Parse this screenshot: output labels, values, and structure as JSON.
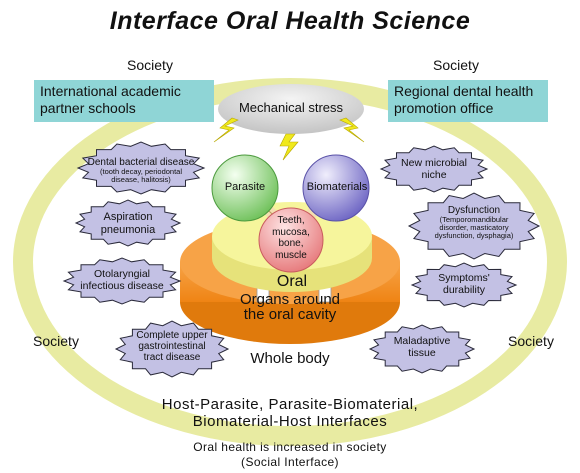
{
  "title": "Interface Oral Health Science",
  "society_label": "Society",
  "boxes": {
    "left": [
      "International academic",
      "partner schools"
    ],
    "right": [
      "Regional dental health",
      "promotion office"
    ]
  },
  "center": {
    "mechanical_stress": "Mechanical stress",
    "parasite": "Parasite",
    "biomaterials": "Biomaterials",
    "teeth": [
      "Teeth,",
      "mucosa,",
      "bone,",
      "muscle"
    ],
    "oral": "Oral",
    "organs": [
      "Organs around",
      "the oral cavity"
    ],
    "whole_body": "Whole body"
  },
  "left_items": [
    {
      "main": "Dental bacterial disease",
      "sub": [
        "(tooth decay, periodontal",
        "disease, halitosis)"
      ]
    },
    {
      "main": "Aspiration\npneumonia"
    },
    {
      "main": "Otolaryngial\ninfectious disease"
    },
    {
      "main": "Complete upper\ngastrointestinal\ntract disease"
    }
  ],
  "right_items": [
    {
      "main": "New microbial\nniche"
    },
    {
      "main": "Dysfunction",
      "sub": [
        "(Temporomandibular",
        "disorder, masticatory",
        "dysfunction, dysphagia)"
      ]
    },
    {
      "main": "Symptoms'\ndurability"
    },
    {
      "main": "Maladaptive\ntissue"
    }
  ],
  "bottom": {
    "interfaces": [
      "Host-Parasite, Parasite-Biomaterial,",
      "Biomaterial-Host Interfaces"
    ],
    "society_line": "Oral health is increased in society",
    "social_interface": "(Social Interface)"
  },
  "colors": {
    "ring": "#e8eba2",
    "inner_fill": "#ffffff",
    "box_fill": "#8fd5d6",
    "burst_fill": "#c3c1e4",
    "orange": "#f39423",
    "oral_disk": "#f6f59c",
    "parasite": "#a8dd9b",
    "biomaterials": "#9c95d8",
    "teeth": "#f29e9f",
    "stress": "#d9d9d9",
    "lightning": "#f0e91c"
  }
}
